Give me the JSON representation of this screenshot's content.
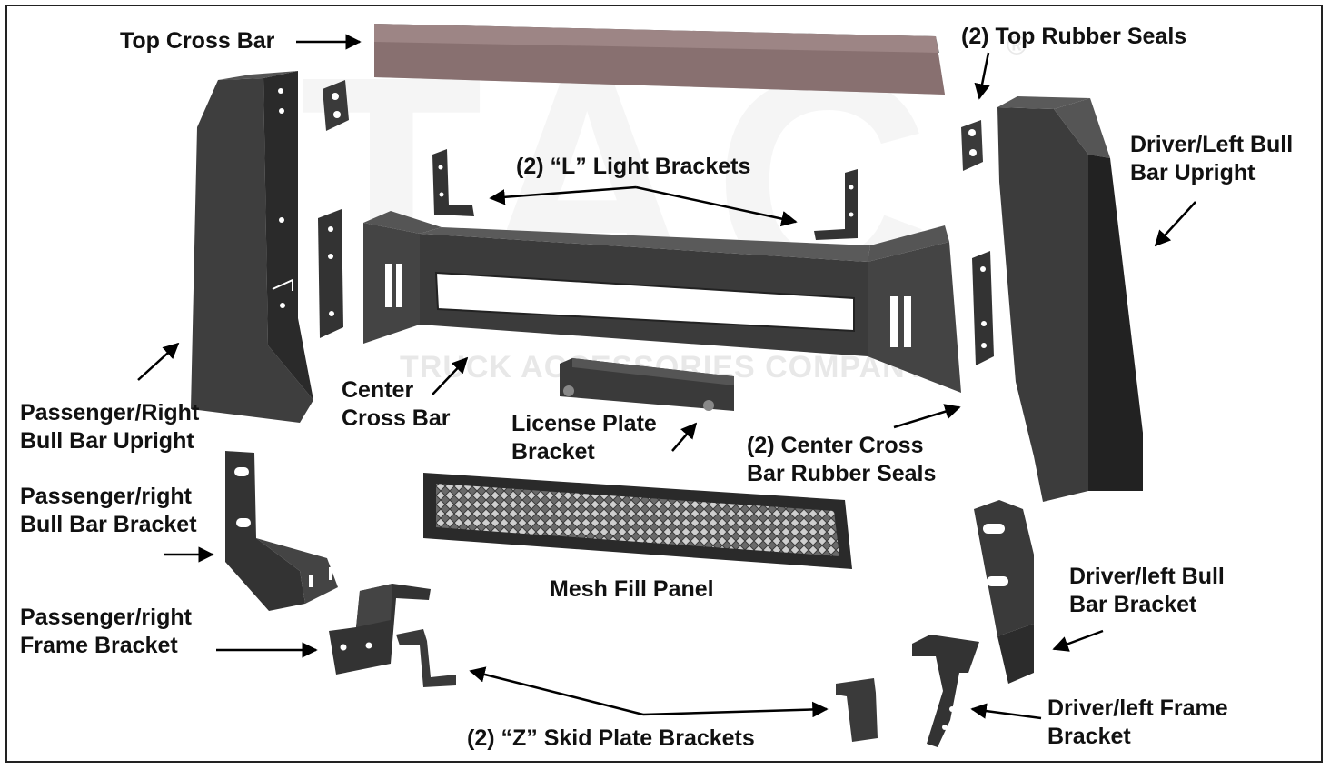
{
  "watermark": {
    "logo_letters": "TAC",
    "company": "TRUCK ACCESSORIES COMPANY",
    "registered_mark": "®"
  },
  "labels": {
    "top_cross_bar": "Top Cross Bar",
    "top_rubber_seals": "(2) Top Rubber Seals",
    "l_light_brackets": "(2) “L” Light Brackets",
    "driver_left_bull_bar_upright": [
      "Driver/Left Bull",
      "Bar Upright"
    ],
    "passenger_right_bull_bar_upright": [
      "Passenger/Right",
      "Bull Bar Upright"
    ],
    "center_cross_bar": [
      "Center",
      "Cross Bar"
    ],
    "license_plate_bracket": [
      "License Plate",
      "Bracket"
    ],
    "center_cross_bar_rubber_seals": [
      "(2) Center Cross",
      "Bar Rubber Seals"
    ],
    "passenger_right_bull_bar_bracket": [
      "Passenger/right",
      "Bull Bar Bracket"
    ],
    "mesh_fill_panel": "Mesh Fill Panel",
    "driver_left_bull_bar_bracket": [
      "Driver/left Bull",
      "Bar Bracket"
    ],
    "passenger_right_frame_bracket": [
      "Passenger/right",
      "Frame Bracket"
    ],
    "driver_left_frame_bracket": [
      "Driver/left Frame",
      "Bracket"
    ],
    "z_skid_plate_brackets": "(2) “Z” Skid Plate Brackets"
  },
  "colors": {
    "part_fill": "#3c3c3c",
    "part_dark": "#1e1e1e",
    "part_light": "#5a5a5a",
    "watermark_red": "#e7a9a9",
    "text": "#111111"
  }
}
